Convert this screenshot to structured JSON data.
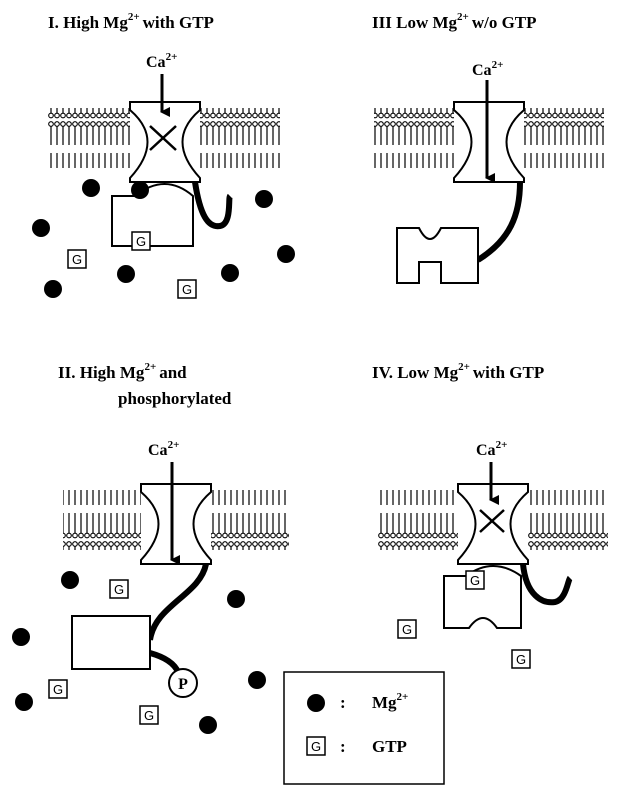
{
  "panels": {
    "p1": {
      "roman": "I.",
      "pre": "High Mg",
      "sup": "2+",
      "post": "with GTP"
    },
    "p3": {
      "roman": "III",
      "pre": "Low Mg",
      "sup": "2+",
      "post": "w/o GTP"
    },
    "p2": {
      "roman": "II.",
      "pre": "High Mg",
      "sup": "2+",
      "post": "and",
      "line2": "phosphorylated"
    },
    "p4": {
      "roman": "IV.",
      "pre": "Low Mg",
      "sup": "2+",
      "post": "with GTP"
    }
  },
  "ion": {
    "base": "Ca",
    "sup": "2+"
  },
  "gtp_glyph": "G",
  "phospho_glyph": "P",
  "legend": {
    "colon": ":",
    "mg_base": "Mg",
    "mg_sup": "2+",
    "gtp_label": "GTP"
  },
  "colors": {
    "ink": "#000000",
    "background": "#ffffff"
  }
}
